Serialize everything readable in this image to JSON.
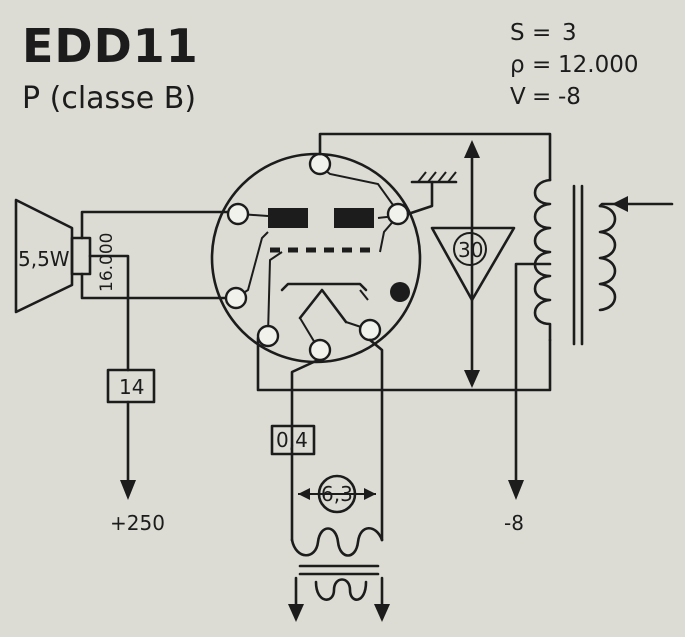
{
  "header": {
    "tube_name": "EDD11",
    "mode_label": "P (classe B)"
  },
  "params": [
    {
      "name": "S",
      "value": "3"
    },
    {
      "name": "ρ",
      "value": "12.000"
    },
    {
      "name": "V",
      "value": "-8"
    }
  ],
  "components": {
    "speaker_power": "5,5W",
    "speaker_impedance": "16.000",
    "anode_resistor": "14",
    "feedback_gain": "30",
    "heater_current": "0,4",
    "heater_voltage": "6,3"
  },
  "terminals": {
    "plus_supply": "+250",
    "minus_bias": "-8"
  },
  "colors": {
    "paper": "#dcdcd4",
    "ink": "#1c1c1c"
  }
}
